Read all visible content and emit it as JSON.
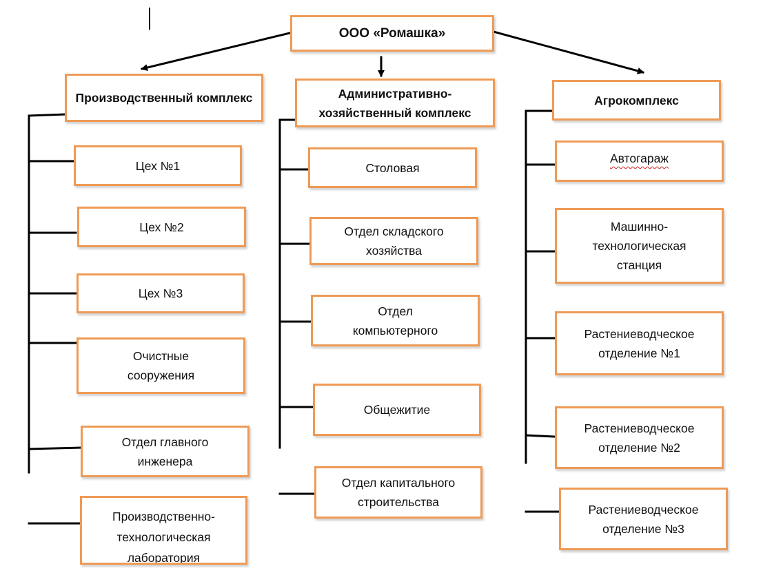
{
  "root": {
    "label": "ООО «Ромашка»"
  },
  "columns": [
    {
      "header": "Производственный комплекс",
      "items": [
        "Цех №1",
        "Цех №2",
        "Цех №3",
        "Очистные сооружения",
        "Отдел главного инженера",
        "Производственно-технологическая лаборатория"
      ]
    },
    {
      "header": "Административно-хозяйственный комплекс",
      "items": [
        "Столовая",
        "Отдел складского хозяйства",
        "Отдел компьютерного",
        "Общежитие",
        "Отдел капитального строительства"
      ]
    },
    {
      "header": "Агрокомплекс",
      "items": [
        "Автогараж",
        "Машинно-технологическая станция",
        "Растениеводческое отделение №1",
        "Растениеводческое отделение №2",
        "Растениеводческое отделение №3"
      ]
    }
  ],
  "colors": {
    "box_border": "#ef9a55",
    "line": "#000000",
    "spellcheck_underline": "#d02020"
  }
}
